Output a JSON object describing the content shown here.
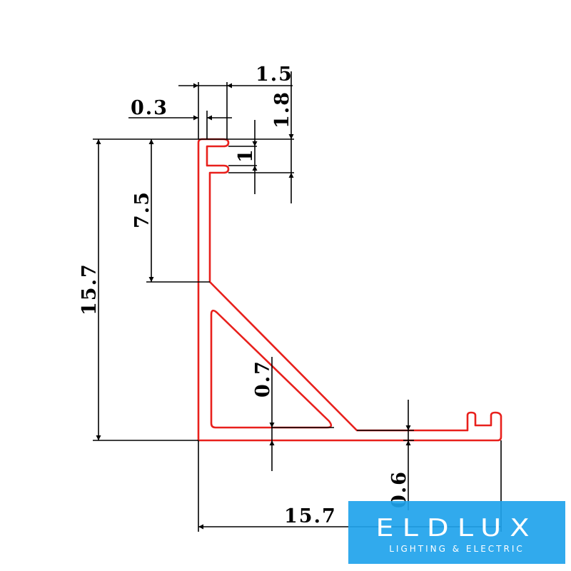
{
  "drawing": {
    "title": "Aluminium corner profile cross-section",
    "profile_color": "#e8201c",
    "dimensions": {
      "top_width": "1.5",
      "lip_gap": "0.3",
      "top_height": "1.8",
      "slot": "1",
      "upper_leg": "7.5",
      "total_height": "15.7",
      "wall_vertical": "0.7",
      "wall_bottom": "0.6",
      "total_width": "15.7"
    }
  },
  "logo": {
    "brand": "ELDLUX",
    "tagline": "LIGHTING & ELECTRIC",
    "color": "#20a3ec"
  }
}
